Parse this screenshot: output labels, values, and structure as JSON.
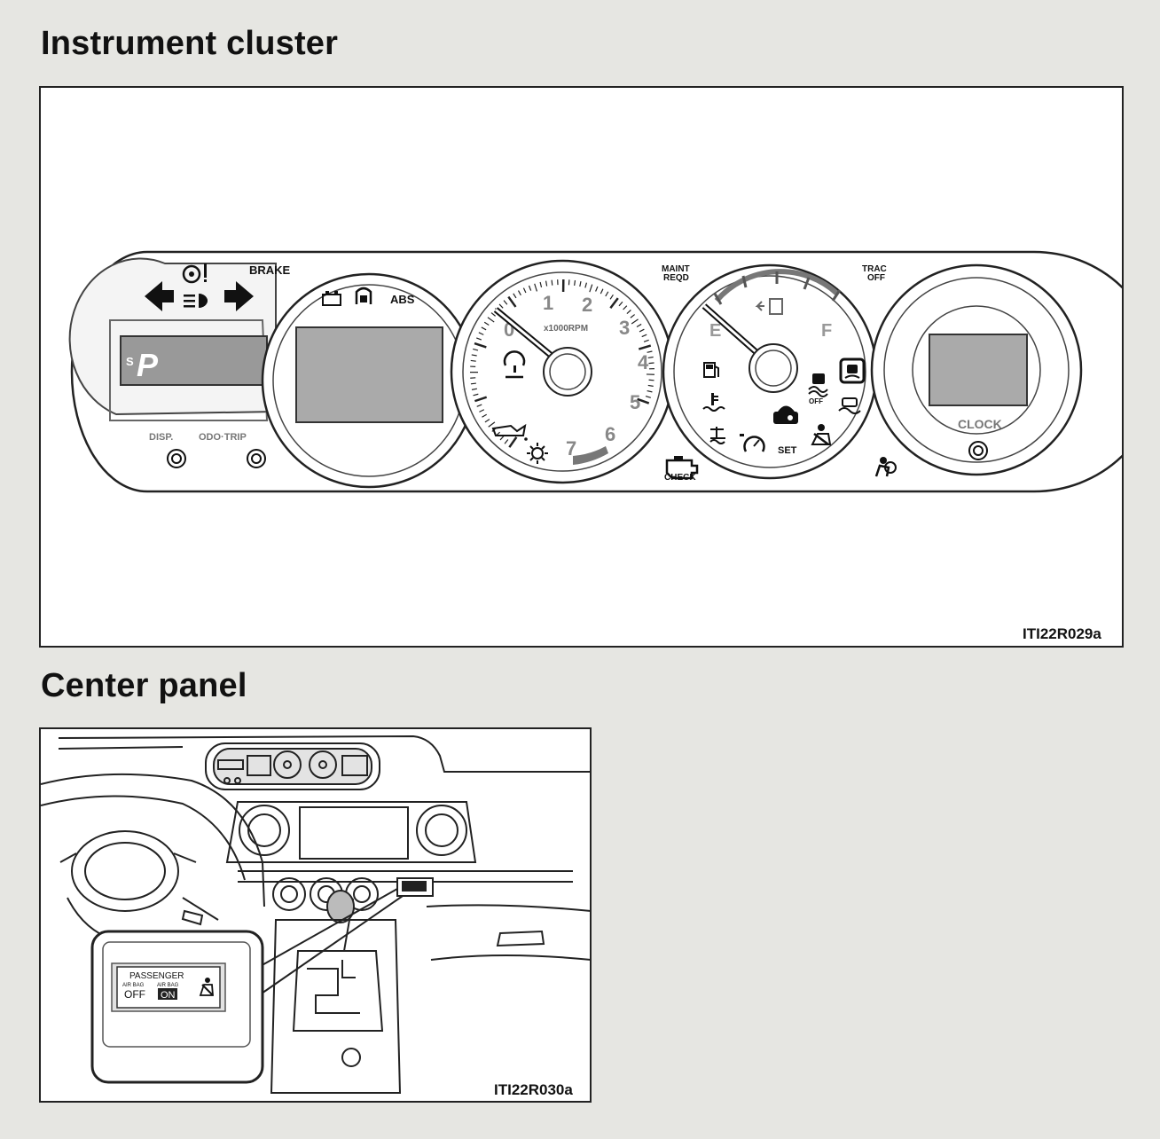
{
  "sections": [
    {
      "title": "Instrument cluster",
      "code": "ITI22R029a"
    },
    {
      "title": "Center panel",
      "code": "ITI22R030a"
    }
  ],
  "cluster": {
    "brake": "BRAKE",
    "abs": "ABS",
    "gear_s": "S",
    "gear_p": "P",
    "disp": "DISP.",
    "odo_trip": "ODO·TRIP",
    "tach_numbers": [
      "0",
      "1",
      "2",
      "3",
      "4",
      "5",
      "6",
      "7"
    ],
    "tach_unit": "x1000RPM",
    "maint_reqd": [
      "MAINT",
      "REQD"
    ],
    "trac_off": [
      "TRAC",
      "OFF"
    ],
    "fuel_e": "E",
    "fuel_f": "F",
    "set": "SET",
    "check": "CHECK",
    "vsc_off": "OFF",
    "clock": "CLOCK"
  },
  "center_panel": {
    "passenger": "PASSENGER",
    "airbag_left": "AIR BAG",
    "airbag_right": "AIR BAG",
    "off": "OFF",
    "on": "ON"
  },
  "icons": [
    "turn-left-arrow-icon",
    "turn-right-arrow-icon",
    "power-steering-warning-icon",
    "headlight-high-beam-icon",
    "battery-charge-icon",
    "door-open-icon",
    "tire-pressure-icon",
    "oil-pressure-icon",
    "light-on-icon",
    "check-engine-icon",
    "fuel-pump-icon",
    "coolant-temp-icon",
    "cruise-control-icon",
    "seat-belt-icon",
    "airbag-icon",
    "skid-icon",
    "vsc-off-icon",
    "slip-indicator-icon",
    "security-key-icon",
    "seatbelt-passenger-icon"
  ]
}
